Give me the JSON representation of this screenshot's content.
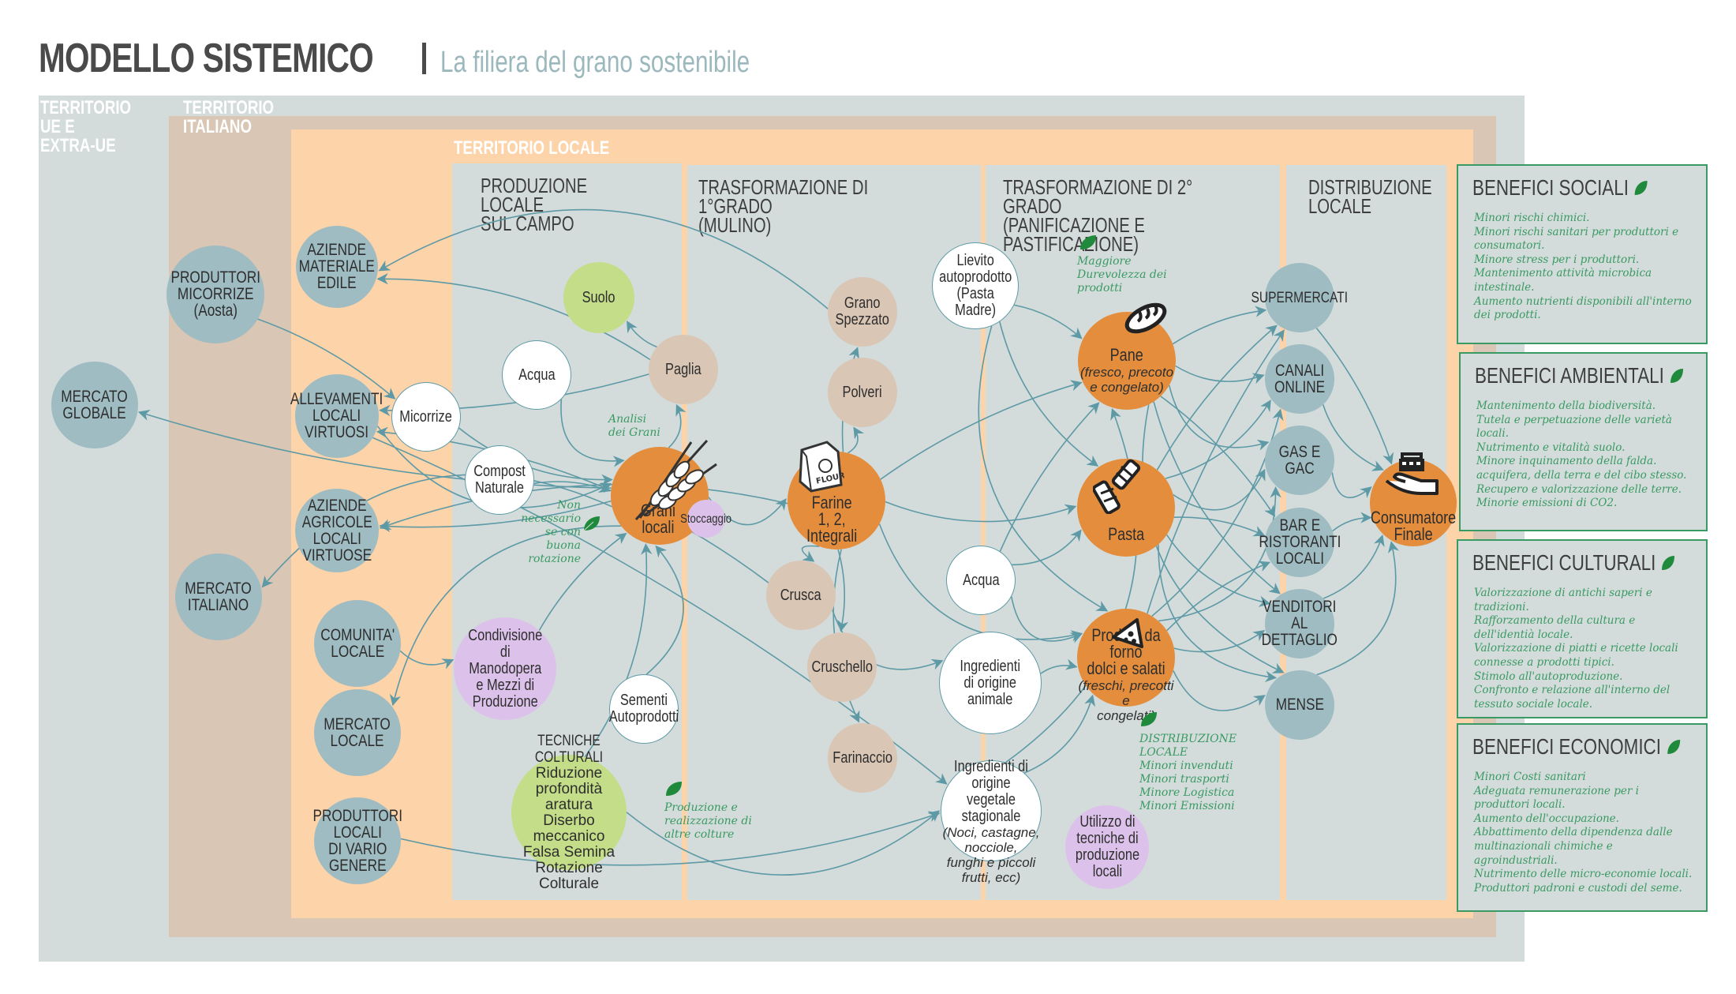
{
  "header": {
    "title": "MODELLO SISTEMICO",
    "subtitle": "La filiera del grano sostenibile"
  },
  "zones": {
    "ue": "TERRITORIO\nUE E\nEXTRA-UE",
    "italiano": "TERRITORIO\nITALIANO",
    "locale": "TERRITORIO LOCALE"
  },
  "columns": [
    {
      "title": "PRODUZIONE LOCALE\nSUL CAMPO"
    },
    {
      "title": "TRASFORMAZIONE DI 1°GRADO\n(MULINO)"
    },
    {
      "title": "TRASFORMAZIONE DI 2° GRADO\n(PANIFICAZIONE E PASTIFICAZIONE)"
    },
    {
      "title": "DISTRIBUZIONE\nLOCALE"
    }
  ],
  "nodes": {
    "mercato_globale": {
      "label": "MERCATO\nGLOBALE"
    },
    "produttori_micorrize": {
      "label": "PRODUTTORI\nMICORRIZE\n(Aosta)"
    },
    "mercato_italiano": {
      "label": "MERCATO\nITALIANO"
    },
    "aziende_edile": {
      "label": "AZIENDE\nMATERIALE\nEDILE"
    },
    "allevamenti": {
      "label": "ALLEVAMENTI\nLOCALI\nVIRTUOSI"
    },
    "aziende_agricole": {
      "label": "AZIENDE\nAGRICOLE LOCALI\nVIRTUOSE"
    },
    "comunita": {
      "label": "COMUNITA'\nLOCALE"
    },
    "mercato_locale": {
      "label": "MERCATO\nLOCALE"
    },
    "produttori_locali": {
      "label": "PRODUTTORI\nLOCALI\nDI VARIO\nGENERE"
    },
    "suolo": {
      "label": "Suolo"
    },
    "acqua1": {
      "label": "Acqua"
    },
    "micorrize": {
      "label": "Micorrize"
    },
    "compost": {
      "label": "Compost\nNaturale"
    },
    "paglia": {
      "label": "Paglia"
    },
    "grani": {
      "label": "Grani\nlocali"
    },
    "stoccaggio": {
      "label": "Stoccaggio"
    },
    "condivisione": {
      "label": "Condivisione\ndi\nManodopera\ne Mezzi di\nProduzione"
    },
    "sementi": {
      "label": "Sementi\nAutoprodotti"
    },
    "tecniche": {
      "label": "TECNICHE COLTURALI",
      "sub": "Riduzione profondità aratura\nDiserbo meccanico\nFalsa Semina\nRotazione Colturale"
    },
    "grano_spezzato": {
      "label": "Grano\nSpezzato"
    },
    "polveri": {
      "label": "Polveri"
    },
    "farine": {
      "label": "Farine\n1, 2,\nIntegrali"
    },
    "crusca": {
      "label": "Crusca"
    },
    "cruschello": {
      "label": "Cruschello"
    },
    "farinaccio": {
      "label": "Farinaccio"
    },
    "lievito": {
      "label": "Lievito\nautoprodotto\n(Pasta Madre)"
    },
    "acqua2": {
      "label": "Acqua"
    },
    "ingr_animale": {
      "label": "Ingredienti\ndi origine\nanimale"
    },
    "ingr_vegetale": {
      "label": "Ingredienti di\norigine vegetale\nstagionale",
      "sub": "(Noci, castagne, nocciole,\nfunghi e piccoli frutti, ecc)"
    },
    "pane": {
      "label": "Pane",
      "sub": "(fresco, precoto\ne congelato)"
    },
    "pasta": {
      "label": "Pasta"
    },
    "forno": {
      "label": "Prodotti da forno\ndolci e salati",
      "sub": "(freschi, precotti e\ncongelati)"
    },
    "utilizzo": {
      "label": "Utilizzo di\ntecniche di\nproduzione\nlocali"
    },
    "supermercati": {
      "label": "SUPERMERCATI"
    },
    "canali": {
      "label": "CANALI\nONLINE"
    },
    "gas": {
      "label": "GAS E GAC"
    },
    "bar": {
      "label": "BAR E\nRISTORANTI\nLOCALI"
    },
    "venditori": {
      "label": "VENDITORI AL\nDETTAGLIO"
    },
    "mense": {
      "label": "MENSE"
    },
    "consumatore": {
      "label": "Consumatore\nFinale"
    }
  },
  "icons": {
    "grani": "wheat-icon",
    "farine": "flour-bag-icon",
    "pane": "bread-icon",
    "pasta": "pasta-icon",
    "forno": "pizza-slice-icon",
    "consumatore": "basket-hand-icon",
    "benefit": "leaf-icon"
  },
  "notes": {
    "analisi": "Analisi\ndei Grani",
    "non_necessario": "Non\nnecessario\nse con buona\nrotazione",
    "produzione_altre": "Produzione e\nrealizzazione di\naltre colture",
    "durevolezza": "Maggiore\nDurevolezza dei\nprodotti",
    "distribuzione": "DISTRIBUZIONE\nLOCALE\nMinori invenduti\nMinori trasporti\nMinore Logistica\nMinori Emissioni"
  },
  "edges": [
    [
      "produttori_micorrize",
      "micorrize"
    ],
    [
      "paglia",
      "aziende_edile"
    ],
    [
      "grano_spezzato",
      "aziende_edile"
    ],
    [
      "paglia",
      "allevamenti"
    ],
    [
      "crusca",
      "allevamenti"
    ],
    [
      "allevamenti",
      "grani"
    ],
    [
      "grani",
      "aziende_agricole"
    ],
    [
      "farine",
      "aziende_agricole"
    ],
    [
      "grani",
      "mercato_italiano"
    ],
    [
      "grani",
      "mercato_globale"
    ],
    [
      "comunita",
      "condivisione"
    ],
    [
      "grani",
      "mercato_locale"
    ],
    [
      "condivisione",
      "grani"
    ],
    [
      "micorrize",
      "grani"
    ],
    [
      "acqua1",
      "grani"
    ],
    [
      "compost",
      "grani"
    ],
    [
      "tecniche",
      "grani"
    ],
    [
      "sementi",
      "grani"
    ],
    [
      "paglia",
      "suolo"
    ],
    [
      "grani",
      "paglia"
    ],
    [
      "grani",
      "farine"
    ],
    [
      "farine",
      "grano_spezzato"
    ],
    [
      "farine",
      "polveri"
    ],
    [
      "farine",
      "crusca"
    ],
    [
      "farine",
      "cruschello"
    ],
    [
      "farine",
      "farinaccio"
    ],
    [
      "crusca",
      "ingr_animale"
    ],
    [
      "allevamenti",
      "ingr_vegetale"
    ],
    [
      "produttori_locali",
      "ingr_vegetale"
    ],
    [
      "tecniche",
      "ingr_vegetale"
    ],
    [
      "farine",
      "pane"
    ],
    [
      "farine",
      "pasta"
    ],
    [
      "farine",
      "forno"
    ],
    [
      "lievito",
      "pane"
    ],
    [
      "lievito",
      "pasta"
    ],
    [
      "lievito",
      "forno"
    ],
    [
      "acqua2",
      "pane"
    ],
    [
      "acqua2",
      "pasta"
    ],
    [
      "acqua2",
      "forno"
    ],
    [
      "ingr_animale",
      "forno"
    ],
    [
      "ingr_vegetale",
      "forno"
    ],
    [
      "ingr_vegetale",
      "pane"
    ],
    [
      "pane",
      "supermercati"
    ],
    [
      "pane",
      "canali"
    ],
    [
      "pane",
      "gas"
    ],
    [
      "pane",
      "bar"
    ],
    [
      "pane",
      "venditori"
    ],
    [
      "pane",
      "mense"
    ],
    [
      "pasta",
      "supermercati"
    ],
    [
      "pasta",
      "canali"
    ],
    [
      "pasta",
      "gas"
    ],
    [
      "pasta",
      "bar"
    ],
    [
      "pasta",
      "venditori"
    ],
    [
      "pasta",
      "mense"
    ],
    [
      "forno",
      "supermercati"
    ],
    [
      "forno",
      "canali"
    ],
    [
      "forno",
      "gas"
    ],
    [
      "forno",
      "bar"
    ],
    [
      "forno",
      "venditori"
    ],
    [
      "forno",
      "mense"
    ],
    [
      "supermercati",
      "consumatore"
    ],
    [
      "canali",
      "consumatore"
    ],
    [
      "gas",
      "consumatore"
    ],
    [
      "bar",
      "consumatore"
    ],
    [
      "venditori",
      "consumatore"
    ],
    [
      "mense",
      "consumatore"
    ]
  ],
  "benefits": [
    {
      "title": "BENEFICI SOCIALI",
      "items": [
        "Minori rischi chimici.",
        "Minori rischi sanitari per produttori e consumatori.",
        "Minore stress per i produttori.",
        "Mantenimento attività microbica intestinale.",
        "Aumento nutrienti disponibili all'interno dei prodotti."
      ]
    },
    {
      "title": "BENEFICI AMBIENTALI",
      "items": [
        "Mantenimento della biodiversità.",
        "Tutela e perpetuazione delle varietà locali.",
        "Nutrimento e vitalità suolo.",
        "Minore inquinamento della falda.",
        "acquifera, della terra e del cibo stesso.",
        "Recupero e valorizzazione delle terre.",
        "Minorie emissioni di CO2."
      ]
    },
    {
      "title": "BENEFICI CULTURALI",
      "items": [
        "Valorizzazione di antichi saperi e tradizioni.",
        "Rafforzamento della cultura e dell'identià locale.",
        "Valorizzazione di piatti e ricette locali connesse a prodotti tipici.",
        "Stimolo all'autoproduzione.",
        "Confronto e relazione all'interno del tessuto sociale locale."
      ]
    },
    {
      "title": "BENEFICI ECONOMICI",
      "items": [
        "Minori Costi sanitari",
        "Adeguata remunerazione per i produttori locali.",
        "Aumento dell'occupazione.",
        "Abbattimento della dipendenza dalle multinazionali chimiche e agroindustriali.",
        "Nutrimento delle micro-economie locali.",
        "Produttori padroni e custodi del seme."
      ]
    }
  ],
  "colors": {
    "edge": "#5e9aa6",
    "orange_node": "#e38d3d",
    "blue_node": "#9fbcc2",
    "tan_node": "#d9c6b5",
    "green_node": "#c3dd88",
    "lilac_node": "#dcc2ea",
    "note_green": "#3a9a63",
    "leaf": "#1f8a3c"
  }
}
